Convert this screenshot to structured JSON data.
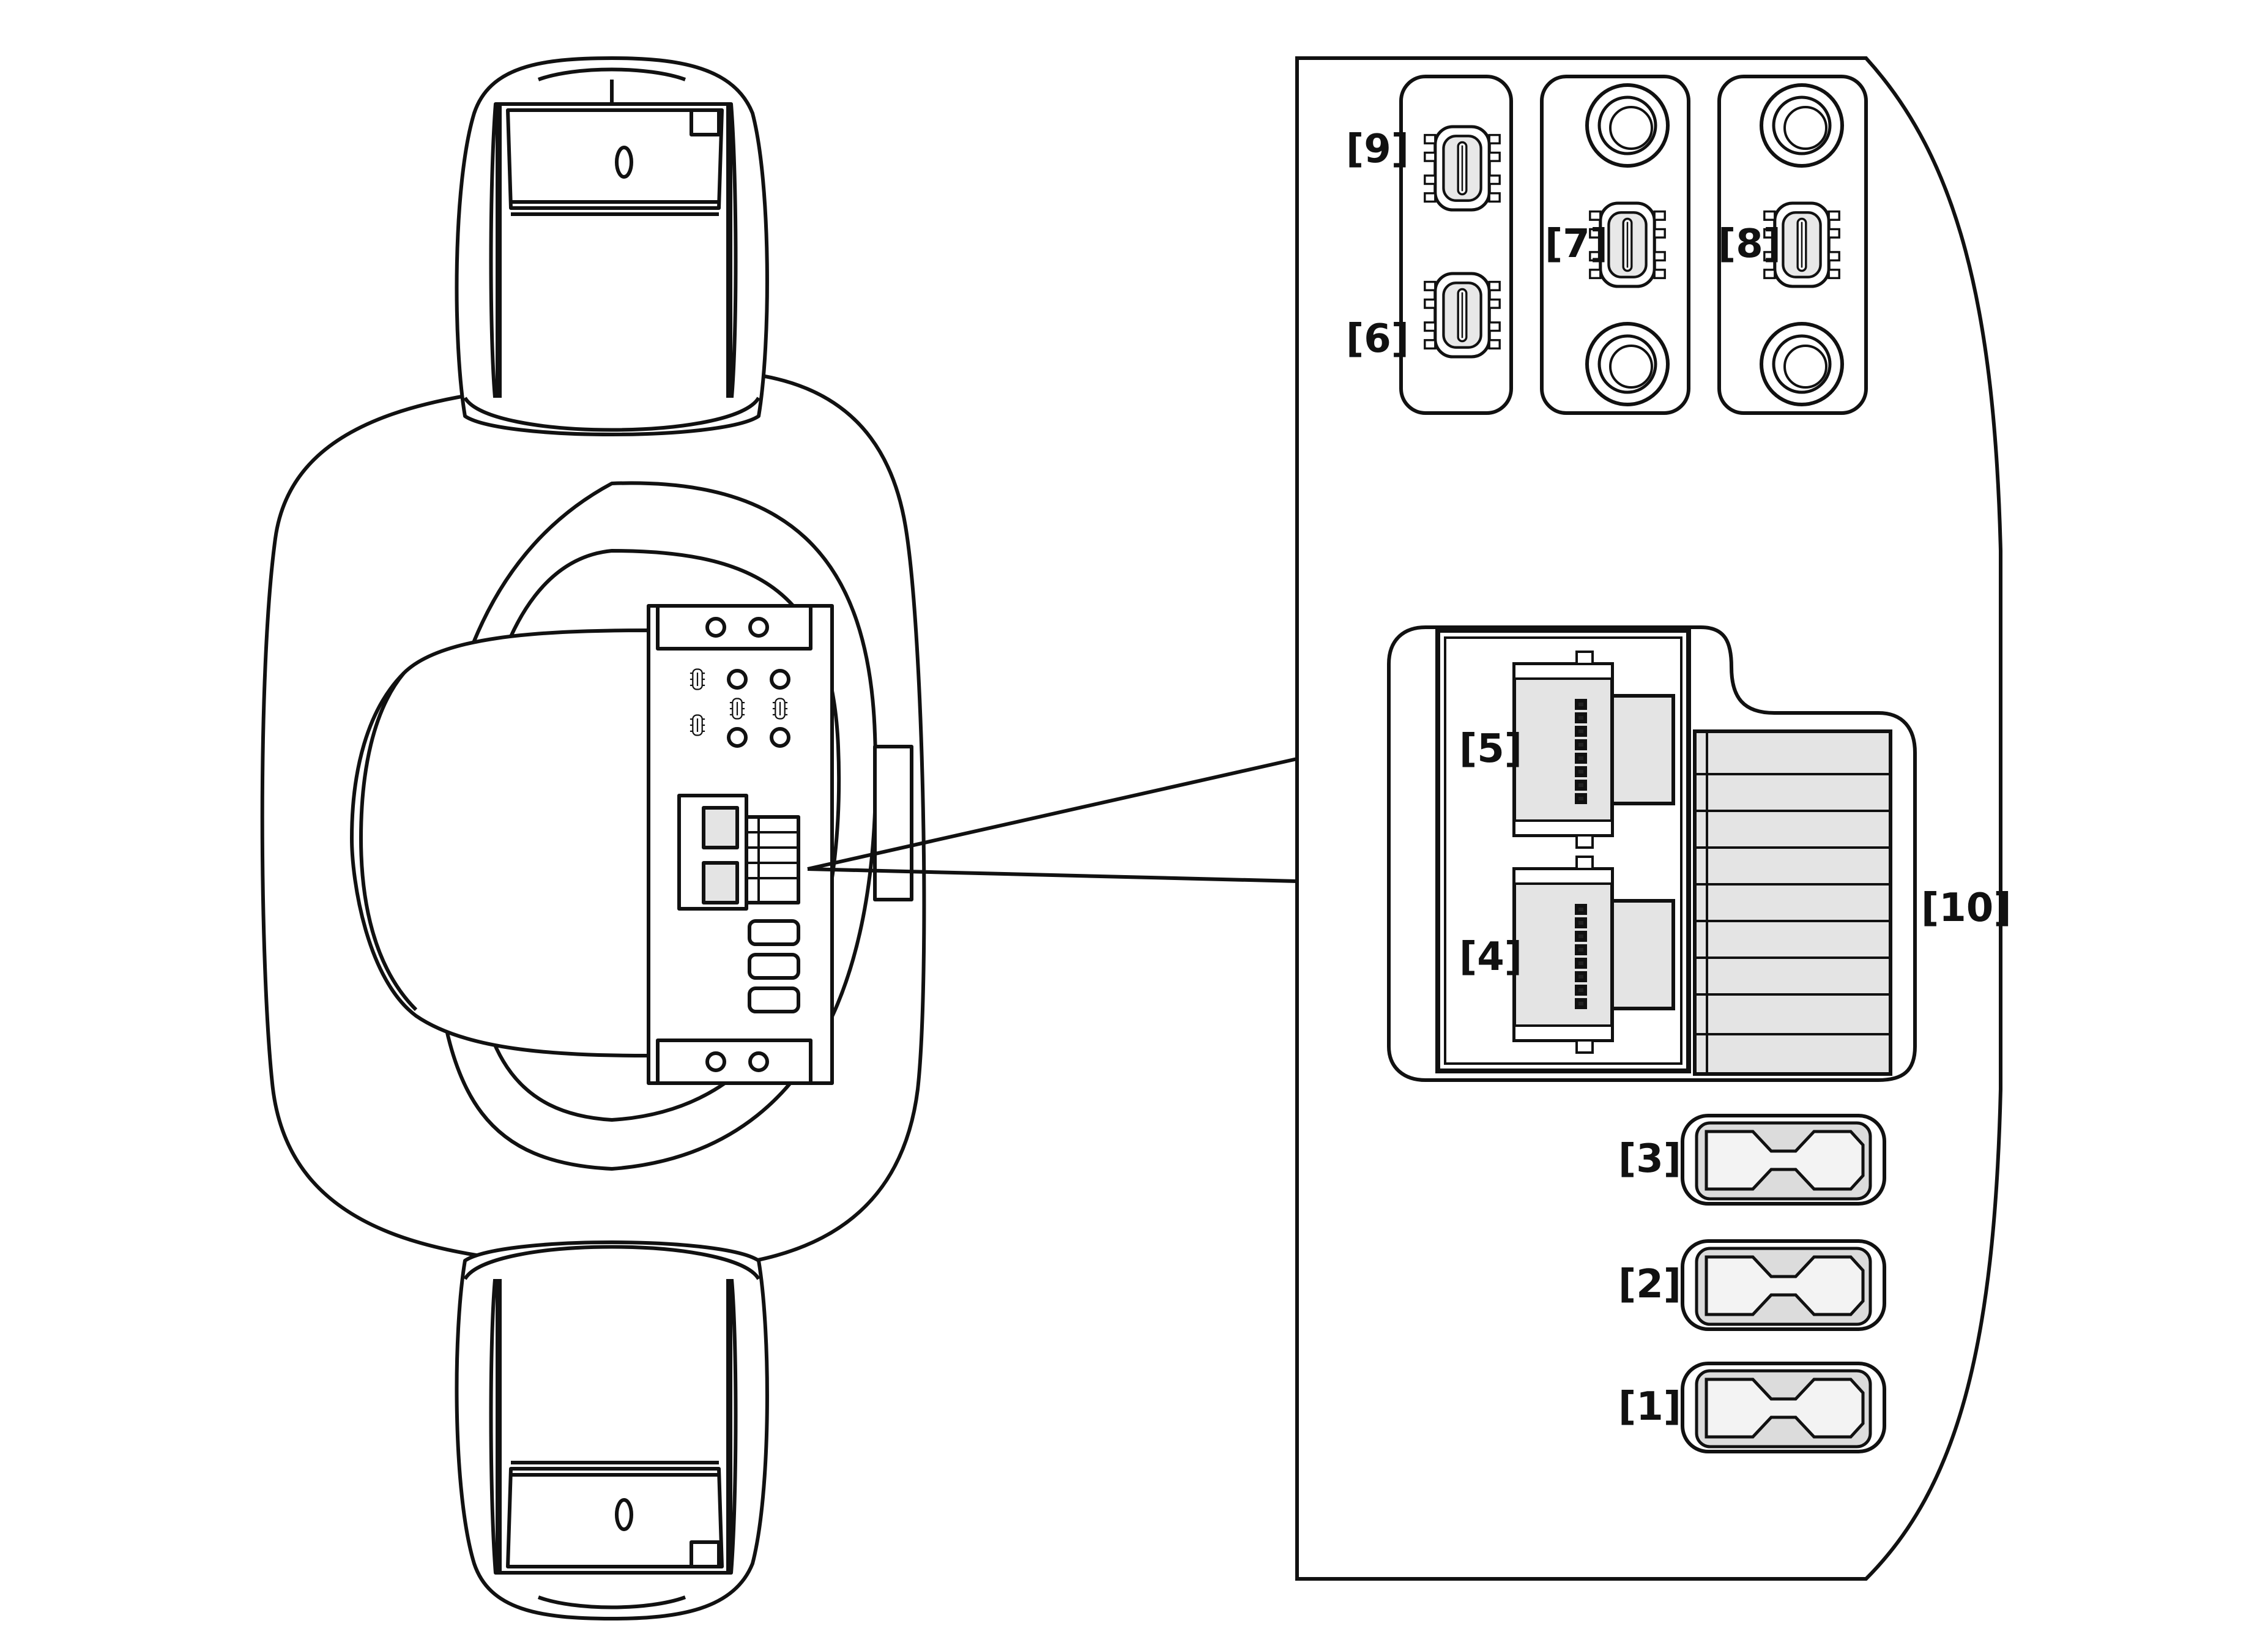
{
  "labels": {
    "l1": "[1]",
    "l2": "[2]",
    "l3": "[3]",
    "l4": "[4]",
    "l5": "[5]",
    "l6": "[6]",
    "l7": "[7]",
    "l8": "[8]",
    "l9": "[9]",
    "l10": "[10]"
  },
  "colors": {
    "line": "#111111",
    "fill": "#ffffff",
    "connector_fill": "#e3e3e3",
    "pad_fill": "#eeeeee"
  }
}
